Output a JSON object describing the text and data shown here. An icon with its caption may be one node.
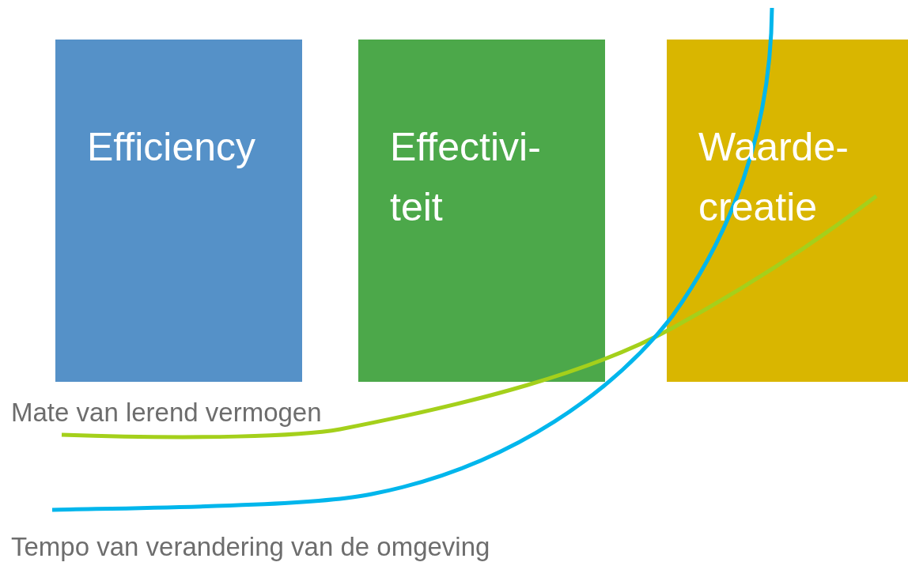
{
  "diagram": {
    "nodes": [
      {
        "text": [
          "Efficiency"
        ]
      },
      {
        "text": [
          "Effectivi- teit"
        ]
      },
      {
        "text": [
          "Waarde- creatie"
        ]
      }
    ],
    "labels": [
      "Mate van lerend vermogen",
      "Tempo van verandering van de omgeving"
    ]
  }
}
